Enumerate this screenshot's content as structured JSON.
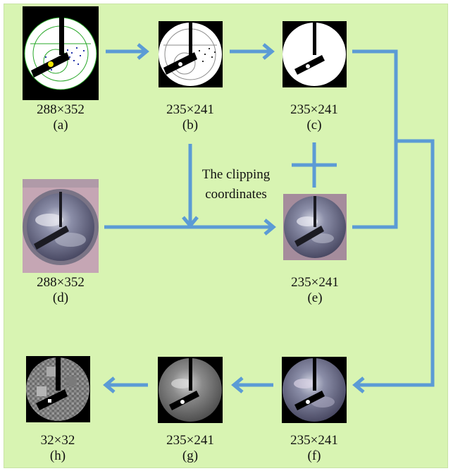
{
  "colors": {
    "background": "#d8f4b2",
    "arrow": "#5b9bd5"
  },
  "panels": {
    "a": {
      "size": "288×352",
      "label": "(a)"
    },
    "b": {
      "size": "235×241",
      "label": "(b)"
    },
    "c": {
      "size": "235×241",
      "label": "(c)"
    },
    "d": {
      "size": "288×352",
      "label": "(d)"
    },
    "e": {
      "size": "235×241",
      "label": "(e)"
    },
    "f": {
      "size": "235×241",
      "label": "(f)"
    },
    "g": {
      "size": "235×241",
      "label": "(g)"
    },
    "h": {
      "size": "32×32",
      "label": "(h)"
    }
  },
  "annotation": {
    "line1": "The clipping",
    "line2": "coordinates"
  },
  "symbols": {
    "plus": "plus-sign"
  }
}
